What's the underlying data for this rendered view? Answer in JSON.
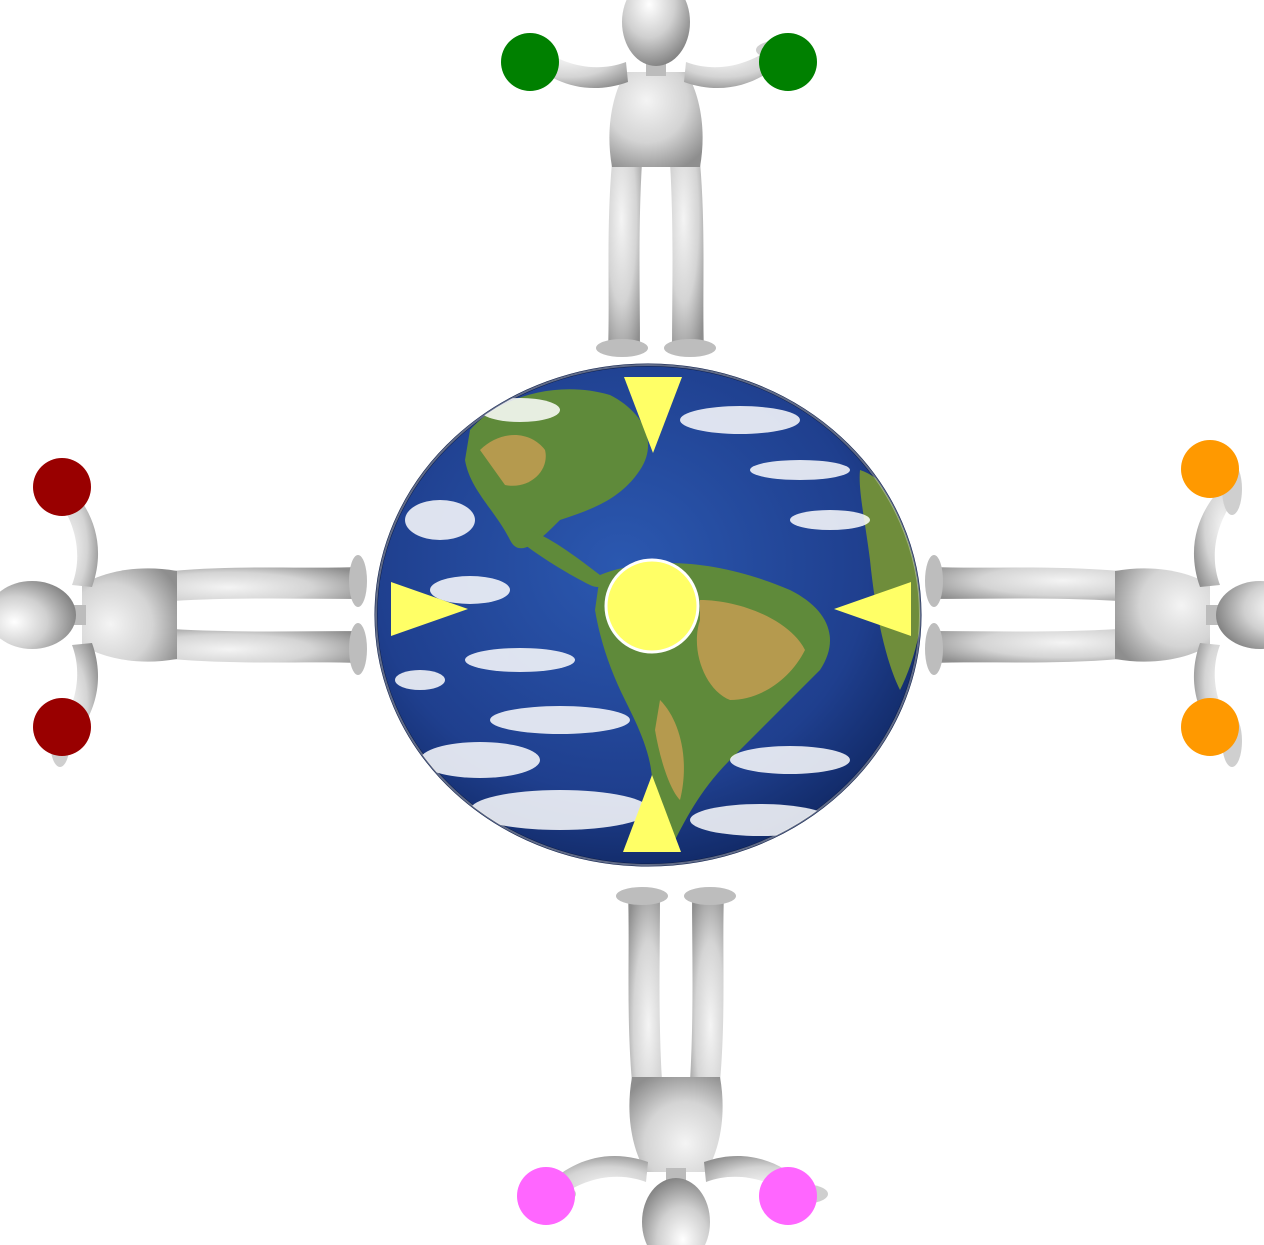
{
  "colors": {
    "background": "#ffffff",
    "figure_body": "#d4d4d4",
    "figure_shade": "#9a9a9a",
    "ocean": "#1f3f8e",
    "ocean_deep": "#0f2660",
    "land_green": "#5f8a3a",
    "land_tan": "#b59a4e",
    "cloud": "#ffffff",
    "arrow": "#ffff66",
    "center_dot": "#ffff66",
    "top_balls": "#008000",
    "left_balls": "#990000",
    "right_balls": "#ff9900",
    "bottom_balls": "#ff66ff"
  },
  "figures": [
    {
      "position": "top",
      "ball_color": "#008000"
    },
    {
      "position": "left",
      "ball_color": "#990000"
    },
    {
      "position": "right",
      "ball_color": "#ff9900"
    },
    {
      "position": "bottom",
      "ball_color": "#ff66ff"
    }
  ],
  "arrows": [
    {
      "points_to": "center",
      "from": "top"
    },
    {
      "points_to": "center",
      "from": "left"
    },
    {
      "points_to": "center",
      "from": "right"
    },
    {
      "points_to": "center",
      "from": "bottom"
    }
  ],
  "icons": {
    "globe": "earth-globe-icon",
    "figure": "stick-figure-icon",
    "arrow": "triangle-arrow-icon",
    "center": "center-dot-icon"
  }
}
